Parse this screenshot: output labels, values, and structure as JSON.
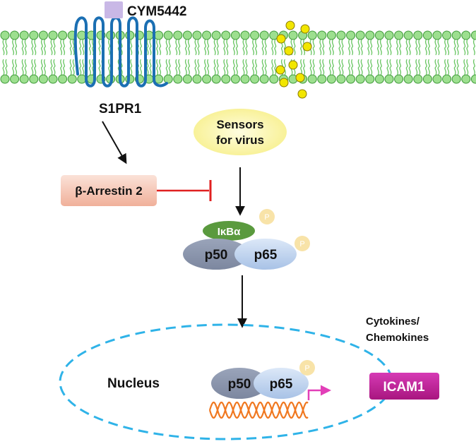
{
  "ligand": {
    "label": "CYM5442"
  },
  "receptor": {
    "label": "S1PR1"
  },
  "sensors": {
    "line1": "Sensors",
    "line2": "for virus"
  },
  "arrestin": {
    "label": "β-Arrestin 2"
  },
  "complex_cytoplasm": {
    "ikba": "IκBα",
    "p50": "p50",
    "p65": "p65",
    "phospho": "P"
  },
  "nucleus": {
    "label": "Nucleus",
    "p50": "p50",
    "p65": "p65",
    "phospho": "P"
  },
  "cytokines": {
    "line1": "Cytokines/",
    "line2": "Chemokines"
  },
  "target_gene": {
    "label": "ICAM1"
  },
  "colors": {
    "membrane": "#6cc766",
    "membrane_dark": "#3f9a3a",
    "receptor": "#1b6fb3",
    "ligand": "#c9b8e6",
    "particle": "#f2e600",
    "sensor_fill": "#fbf7a8",
    "arrestin_fill": "#f6c7b8",
    "inhibit": "#e02020",
    "ikba": "#5a9a3e",
    "p50": "#8c98b0",
    "p65": "#b8d0ee",
    "phospho": "#f8e3a8",
    "nucleus": "#2fb3e8",
    "dna": "#f07820",
    "icam": "#c2249e",
    "promoter_arrow": "#e23fb8"
  }
}
